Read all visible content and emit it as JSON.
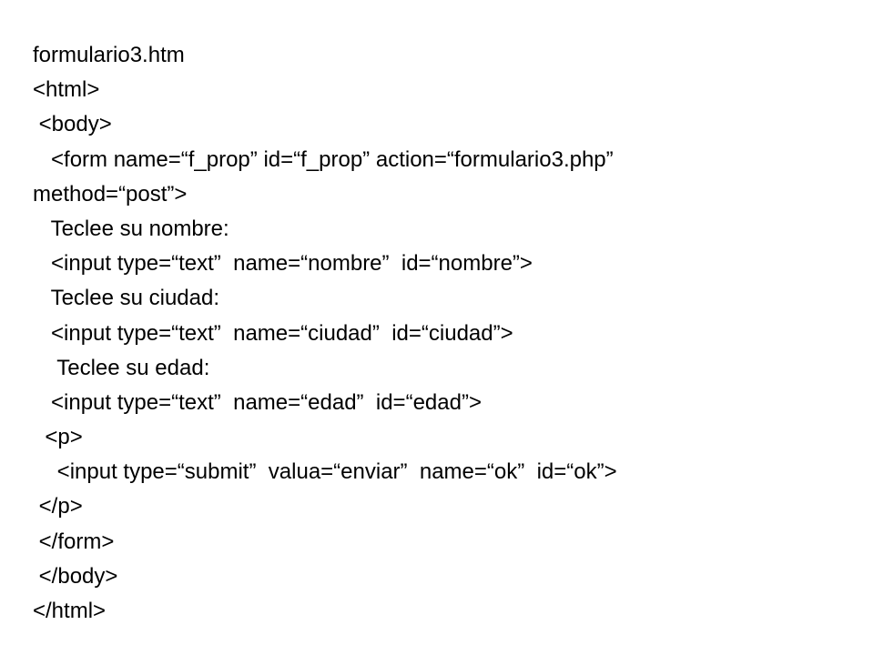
{
  "document": {
    "lines": [
      "formulario3.htm",
      "<html>",
      " <body>",
      "   <form name=“f_prop” id=“f_prop” action=“formulario3.php”",
      "method=“post”>",
      "   Teclee su nombre:",
      "   <input type=“text”  name=“nombre”  id=“nombre”>",
      "   Teclee su ciudad:",
      "   <input type=“text”  name=“ciudad”  id=“ciudad”>",
      "    Teclee su edad:",
      "   <input type=“text”  name=“edad”  id=“edad”>",
      "  <p>",
      "    <input type=“submit”  valua=“enviar”  name=“ok”  id=“ok”>",
      " </p>",
      " </form>",
      " </body>",
      "</html>"
    ]
  }
}
